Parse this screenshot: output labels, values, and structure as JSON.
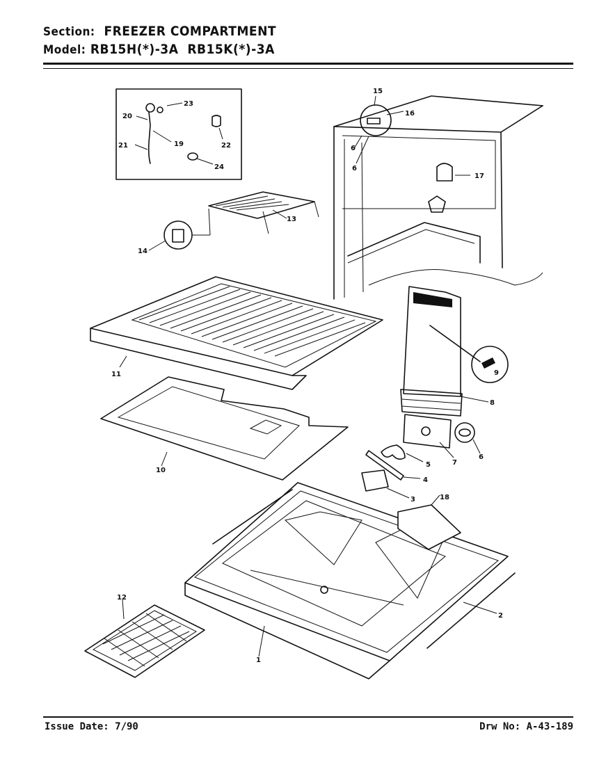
{
  "header": {
    "section_label": "Section:",
    "section_value": "FREEZER COMPARTMENT",
    "model_label": "Model:",
    "model_value": "RB15H(*)-3A  RB15K(*)-3A"
  },
  "footer": {
    "issue": "Issue Date: 7/90",
    "drawing": "Drw No: A-43-189"
  },
  "callouts": {
    "c1": "1",
    "c2": "2",
    "c3": "3",
    "c4": "4",
    "c5": "5",
    "c6": "6",
    "c7": "7",
    "c8": "8",
    "c9": "9",
    "c10": "10",
    "c11": "11",
    "c12": "12",
    "c13": "13",
    "c14": "14",
    "c15": "15",
    "c16": "16",
    "c17": "17",
    "c18": "18",
    "c19": "19",
    "c20": "20",
    "c21": "21",
    "c22": "22",
    "c23": "23",
    "c24": "24",
    "c6b": "6",
    "c6c": "6"
  }
}
